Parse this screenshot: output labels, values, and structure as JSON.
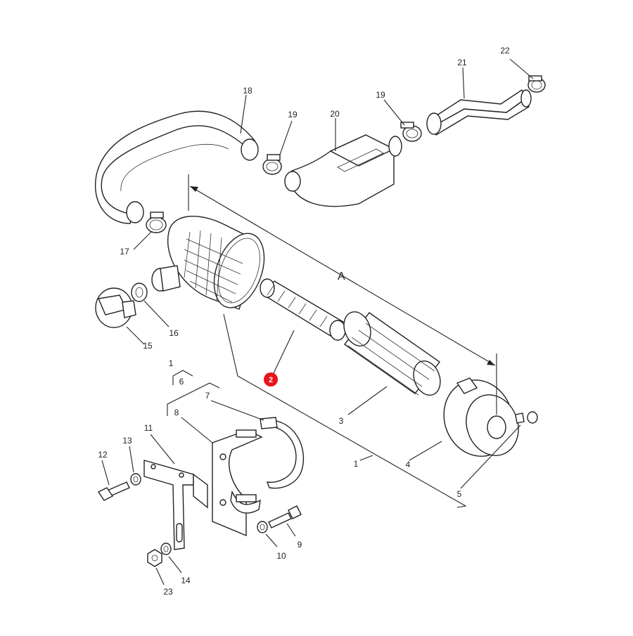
{
  "diagram": {
    "dimension_label": "A",
    "callouts": {
      "c1": "1",
      "c1b": "1",
      "c2": "2",
      "c3": "3",
      "c4": "4",
      "c5": "5",
      "c6": "6",
      "c7": "7",
      "c8": "8",
      "c9": "9",
      "c10": "10",
      "c11": "11",
      "c12": "12",
      "c13": "13",
      "c14": "14",
      "c15": "15",
      "c16": "16",
      "c17": "17",
      "c18": "18",
      "c19a": "19",
      "c19b": "19",
      "c20": "20",
      "c21": "21",
      "c22": "22",
      "c23": "23"
    },
    "highlight_color": "#e8141c"
  }
}
